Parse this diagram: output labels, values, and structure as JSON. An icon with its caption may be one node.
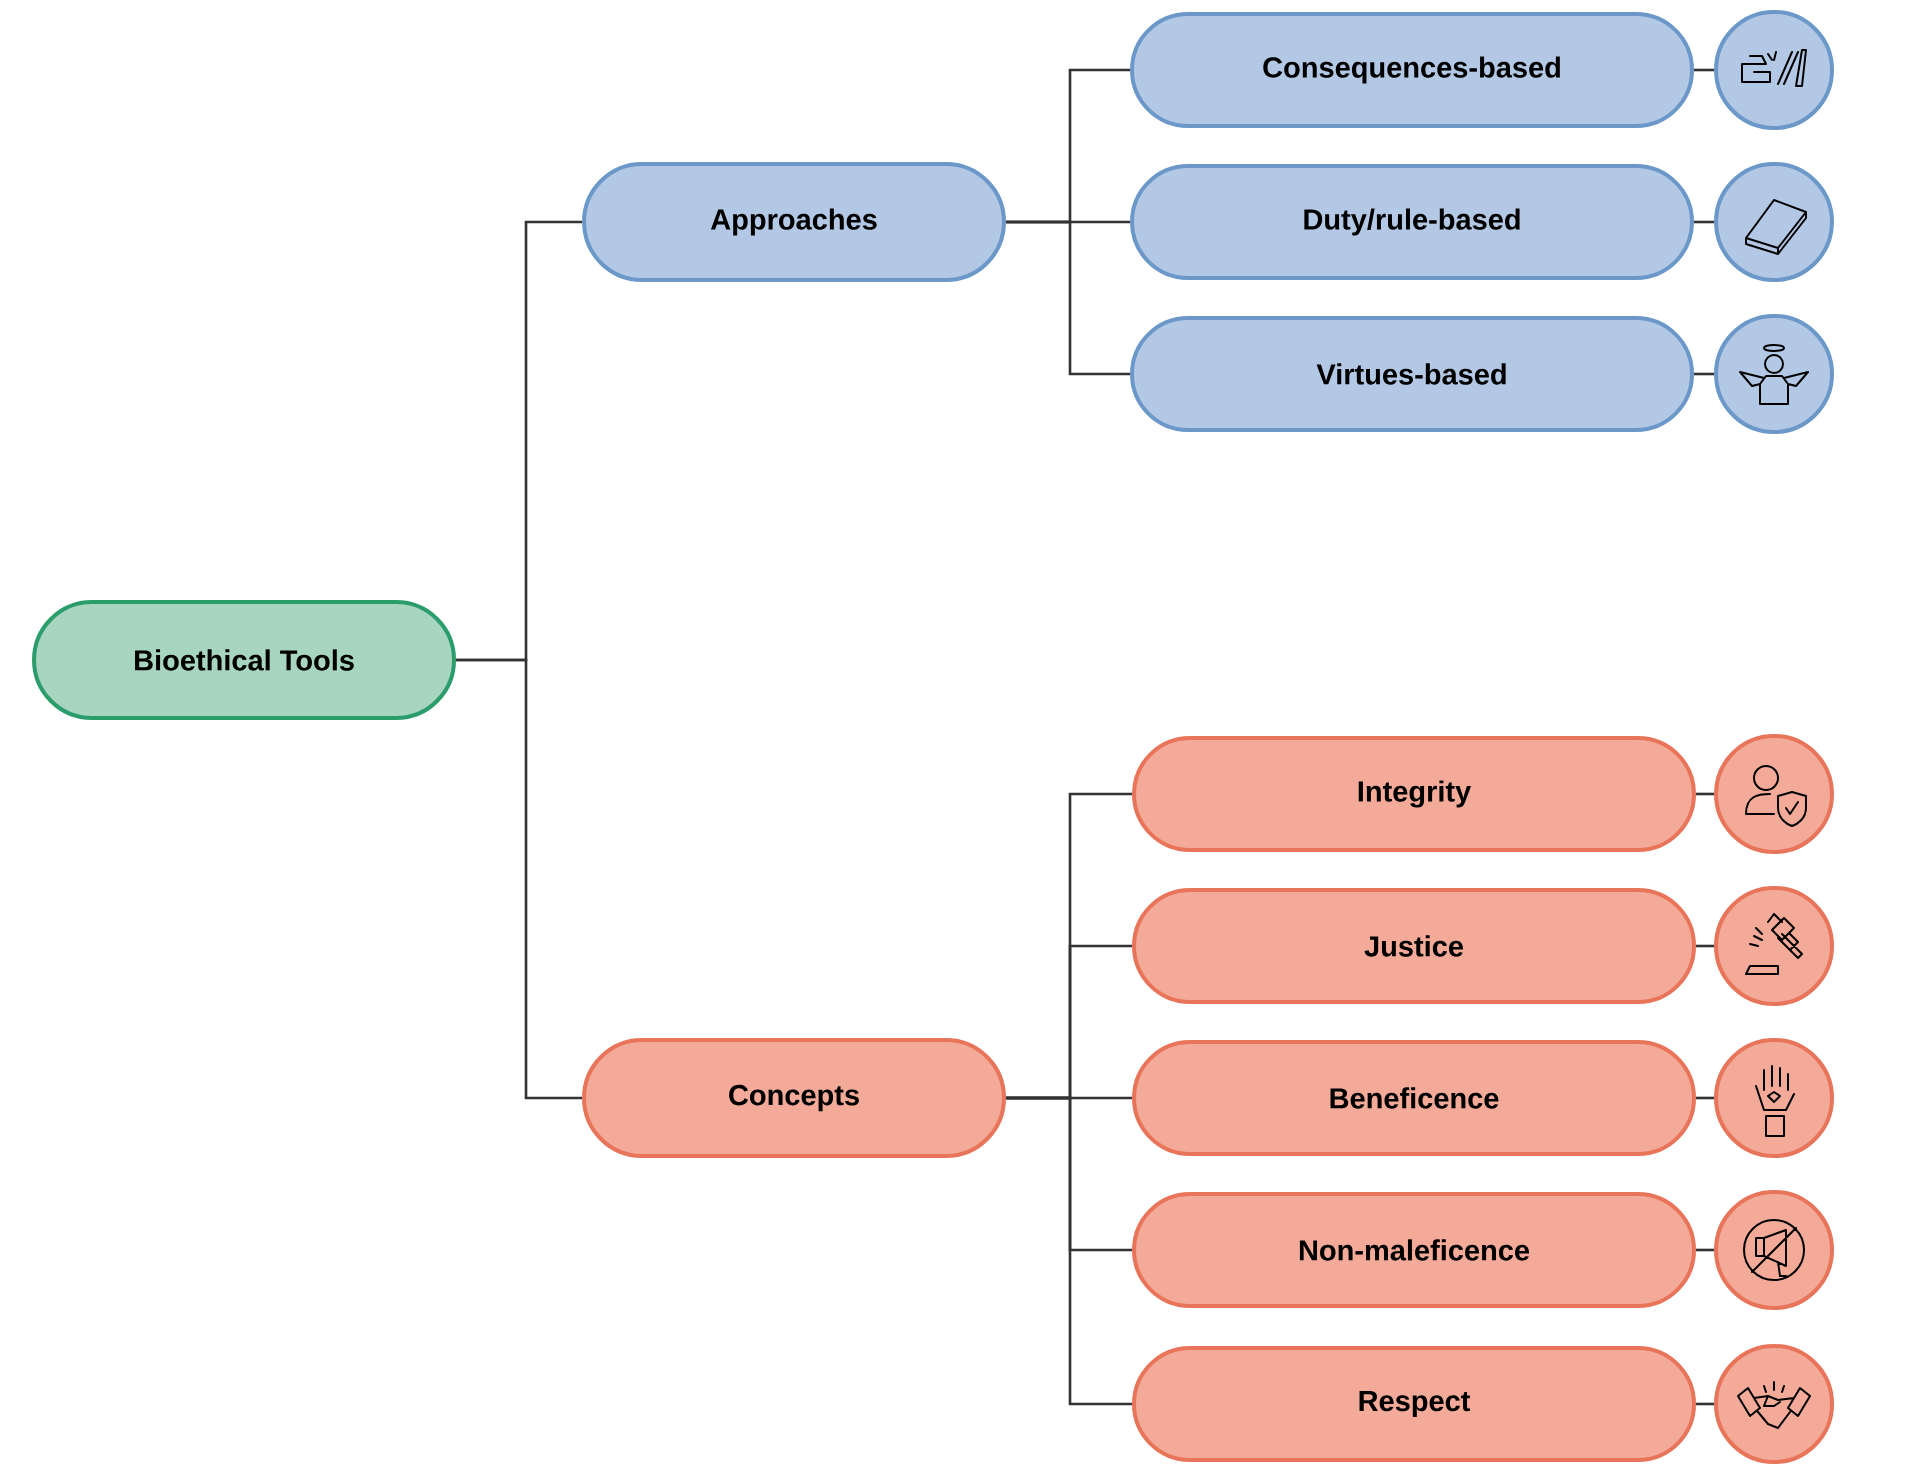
{
  "diagram": {
    "nodes": [
      {
        "text": [
          "Bioethical Tools"
        ]
      },
      {
        "text": [
          "Approaches"
        ]
      },
      {
        "text": [
          "Consequences-based"
        ]
      },
      {
        "text": [
          "Duty/rule-based"
        ]
      },
      {
        "text": [
          "Virtues-based"
        ]
      },
      {
        "text": [],
        "shape": "circle"
      },
      {
        "text": [],
        "shape": "circle"
      },
      {
        "text": [],
        "shape": "circle"
      },
      {
        "text": [
          "Concepts"
        ]
      },
      {
        "text": [
          "Integrity"
        ]
      },
      {
        "text": [
          "Justice"
        ]
      },
      {
        "text": [
          "Beneficence"
        ]
      },
      {
        "text": [
          "Non-maleficence"
        ]
      },
      {
        "text": [
          "Respect"
        ]
      },
      {
        "text": [],
        "shape": "circle"
      },
      {
        "text": [],
        "shape": "circle"
      },
      {
        "text": [],
        "shape": "circle"
      },
      {
        "text": [],
        "shape": "circle"
      },
      {
        "text": [],
        "shape": "circle"
      }
    ],
    "edges": [
      {
        "from": 0,
        "to": 1,
        "arrow": "none"
      },
      {
        "from": 0,
        "to": 8,
        "arrow": "none"
      },
      {
        "from": 1,
        "to": 2,
        "arrow": "none"
      },
      {
        "from": 1,
        "to": 3,
        "arrow": "none"
      },
      {
        "from": 1,
        "to": 4,
        "arrow": "none"
      },
      {
        "from": 2,
        "to": 5,
        "arrow": "none"
      },
      {
        "from": 3,
        "to": 6,
        "arrow": "none"
      },
      {
        "from": 4,
        "to": 7,
        "arrow": "none"
      },
      {
        "from": 8,
        "to": 9,
        "arrow": "none"
      },
      {
        "from": 8,
        "to": 10,
        "arrow": "none"
      },
      {
        "from": 8,
        "to": 11,
        "arrow": "none"
      },
      {
        "from": 8,
        "to": 12,
        "arrow": "none"
      },
      {
        "from": 8,
        "to": 13,
        "arrow": "none"
      },
      {
        "from": 9,
        "to": 14,
        "arrow": "none"
      },
      {
        "from": 10,
        "to": 15,
        "arrow": "none"
      },
      {
        "from": 11,
        "to": 16,
        "arrow": "none"
      },
      {
        "from": 12,
        "to": 17,
        "arrow": "none"
      },
      {
        "from": 13,
        "to": 18,
        "arrow": "none"
      }
    ]
  }
}
